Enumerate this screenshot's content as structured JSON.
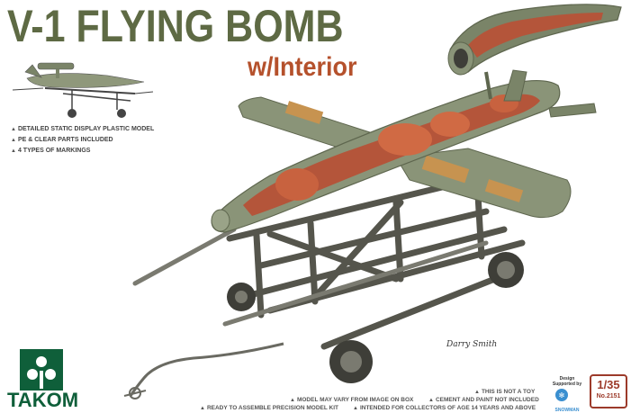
{
  "title": "V-1 FLYING BOMB",
  "subtitle": "w/Interior",
  "features": [
    "DETAILED STATIC DISPLAY PLASTIC MODEL",
    "PE & CLEAR PARTS INCLUDED",
    "4 TYPES OF MARKINGS"
  ],
  "brand": "TAKOM",
  "disclaimers": {
    "not_toy": "THIS IS NOT A TOY",
    "model_vary": "MODEL MAY VARY FROM IMAGE ON BOX",
    "cement": "CEMENT AND PAINT NOT INCLUDED",
    "ready": "READY TO ASSEMBLE PRECISION MODEL KIT",
    "collectors": "INTENDED FOR COLLECTORS OF AGE 14 YEARS AND ABOVE"
  },
  "supported_by": "Design Supported by",
  "supporter": "SNOWMAN",
  "scale": "1/35",
  "kit_number": "No.2151",
  "signature": "Darry Smith",
  "colors": {
    "title": "#5e6a44",
    "subtitle": "#b5512c",
    "brand": "#0f5f3a",
    "airframe": "#7a8468",
    "interior": "#b4553a",
    "trolley": "#5a5a52"
  }
}
